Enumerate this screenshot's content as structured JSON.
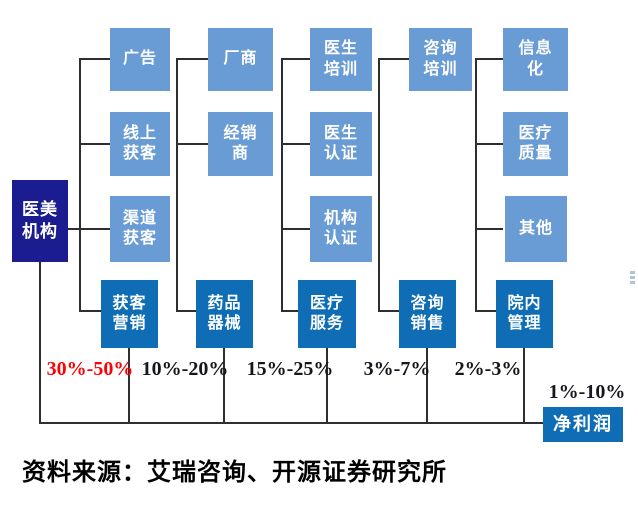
{
  "diagram": {
    "root": "医美\n机构",
    "nodes": {
      "c1r1": "广告",
      "c1r2": "线上\n获客",
      "c1r3": "渠道\n获客",
      "c1r4": "获客\n营销",
      "c2r1": "厂商",
      "c2r2": "经销\n商",
      "c2r4": "药品\n器械",
      "c3r1": "医生\n培训",
      "c3r2": "医生\n认证",
      "c3r3": "机构\n认证",
      "c3r4": "医疗\n服务",
      "c4r1": "咨询\n培训",
      "c4r4": "咨询\n销售",
      "c5r1": "信息\n化",
      "c5r2": "医疗\n质量",
      "c5r3": "其他",
      "c5r4": "院内\n管理",
      "net_profit": "净利润"
    },
    "percents": {
      "acquisition_marketing": "30%-50%",
      "drugs_devices": "10%-20%",
      "medical_services": "15%-25%",
      "consulting_sales": "3%-7%",
      "in_hospital_management": "2%-3%",
      "net_profit": "1%-10%"
    },
    "source": "资料来源：艾瑞咨询、开源证券研究所"
  },
  "colors": {
    "light_blue": "#699BD4",
    "deep_blue": "#0E6DB5",
    "navy": "#1B1C8F",
    "percent_red": "#FB0304",
    "line": "#2E2E2E"
  }
}
